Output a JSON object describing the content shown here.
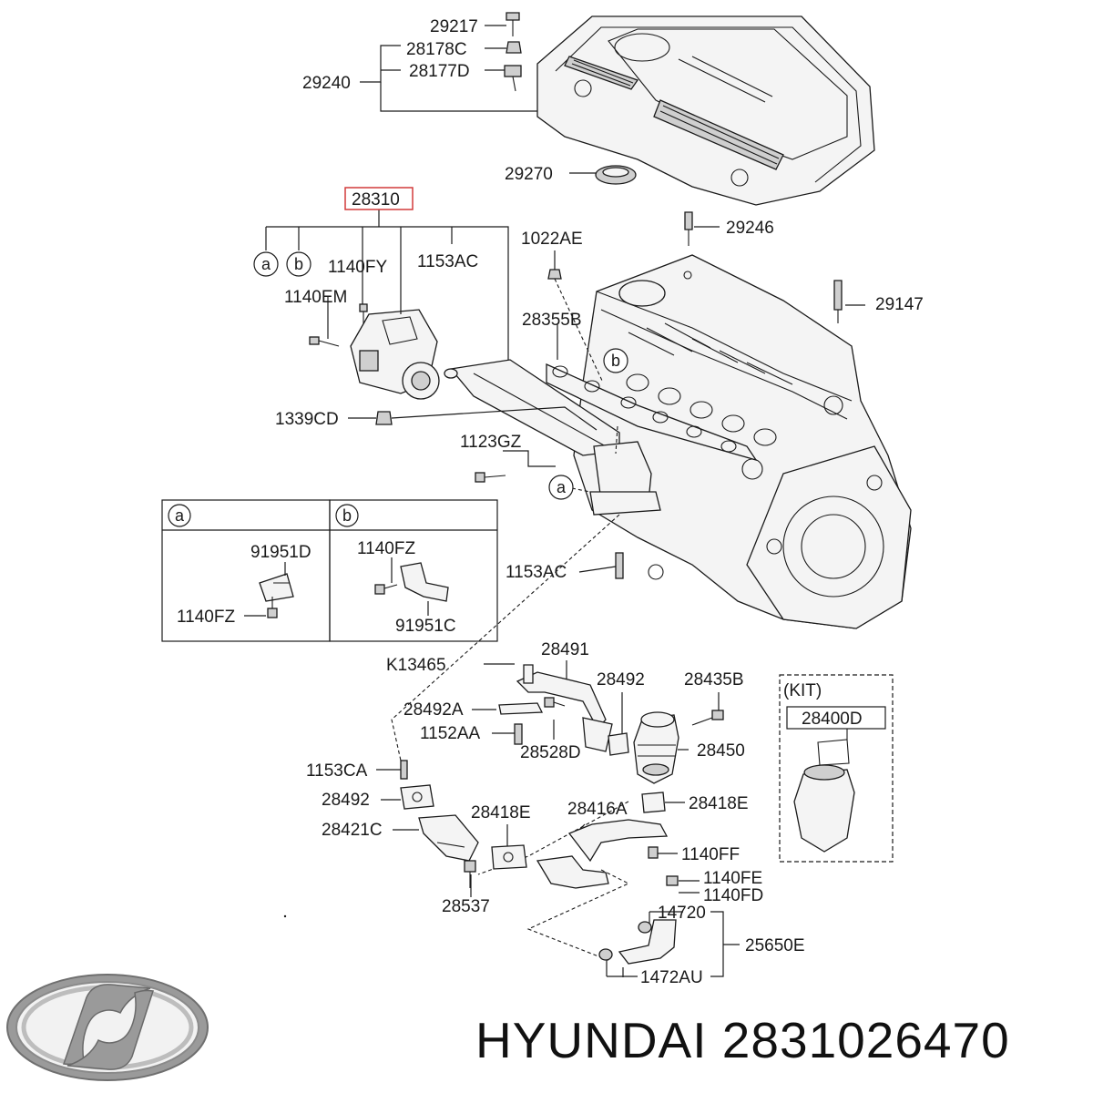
{
  "labels": {
    "l29217": "29217",
    "l28178C": "28178C",
    "l29240": "29240",
    "l28177D": "28177D",
    "l29270": "29270",
    "l28310": "28310",
    "l29246": "29246",
    "l1022AE": "1022AE",
    "l1140FY": "1140FY",
    "l1153AC_top": "1153AC",
    "l1140EM": "1140EM",
    "l29147": "29147",
    "l28355B": "28355B",
    "l1339CD": "1339CD",
    "l1123GZ": "1123GZ",
    "l91951D": "91951D",
    "l1140FZ_a": "1140FZ",
    "l1140FZ_b": "1140FZ",
    "l91951C": "91951C",
    "l1153AC_mid": "1153AC",
    "lK13465": "K13465",
    "l28491": "28491",
    "l28492_top": "28492",
    "l28435B": "28435B",
    "lKIT": "(KIT)",
    "l28400D": "28400D",
    "l28492A": "28492A",
    "l1152AA": "1152AA",
    "l28528D": "28528D",
    "l28450": "28450",
    "l1153CA": "1153CA",
    "l28492_mid": "28492",
    "l28418E_r": "28418E",
    "l28421C": "28421C",
    "l28418E_c": "28418E",
    "l28416A": "28416A",
    "l1140FF": "1140FF",
    "l1140FE": "1140FE",
    "l1140FD": "1140FD",
    "l28537": "28537",
    "l14720": "14720",
    "l25650E": "25650E",
    "l1472AU": "1472AU"
  },
  "callouts": {
    "a": "a",
    "b": "b"
  },
  "brand": {
    "text": "HYUNDAI 2831026470"
  },
  "colors": {
    "highlight": "#d23a3a",
    "ink": "#1a1a1a"
  }
}
